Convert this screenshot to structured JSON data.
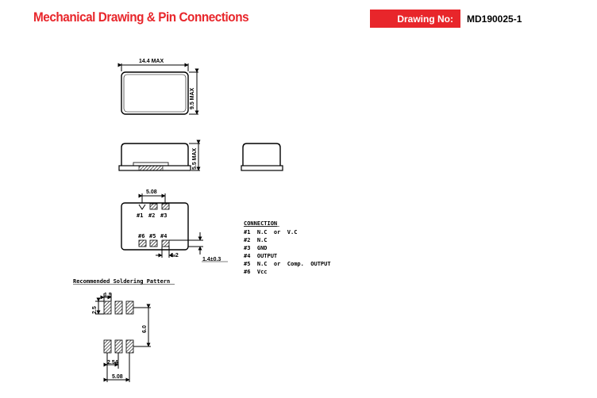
{
  "header": {
    "title": "Mechanical Drawing & Pin Connections",
    "drawing_no_label": "Drawing No:",
    "drawing_no_value": "MD190025-1"
  },
  "dimensions": {
    "top_width": "14.4 MAX",
    "top_height": "9.5 MAX",
    "side_height": "5.5 MAX",
    "pin_pitch_total": "5.08",
    "pad_width": "1.2",
    "pad_offset": "1.4±0.3"
  },
  "pins_top_row": [
    "#1",
    "#2",
    "#3"
  ],
  "pins_bottom_row": [
    "#6",
    "#5",
    "#4"
  ],
  "connection": {
    "heading": "CONNECTION",
    "items": [
      "#1  N.C  or  V.C",
      "#2  N.C",
      "#3  GND",
      "#4  OUTPUT",
      "#5  N.C  or  Comp.  OUTPUT",
      "#6  Vcc"
    ]
  },
  "soldering": {
    "heading": "Recommended Soldering Pattern",
    "pad_w": "1.5",
    "pad_h": "2.5",
    "row_gap": "6.0",
    "pitch": "2.54",
    "span": "5.08"
  }
}
